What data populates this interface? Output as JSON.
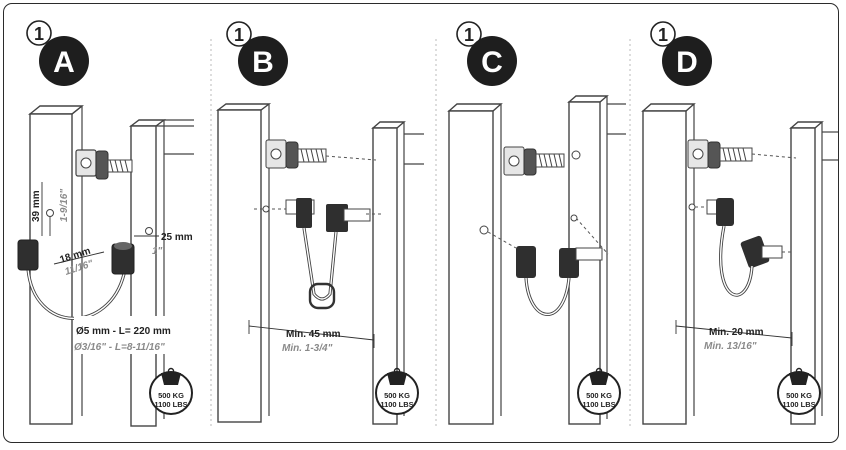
{
  "panels": [
    {
      "step": "1",
      "letter": "A",
      "dims": {
        "height_mm": "39 mm",
        "height_in": "1-9/16\"",
        "offset_mm": "18 mm",
        "offset_in": "11/16\"",
        "gap_mm": "25 mm",
        "gap_in": "1\"",
        "cable_mm": "Ø5 mm - L= 220 mm",
        "cable_in": "Ø3/16\" - L=8-11/16\""
      },
      "weight": {
        "kg": "500 KG",
        "lbs": "1100 LBS"
      }
    },
    {
      "step": "1",
      "letter": "B",
      "dims": {
        "min_mm": "Min. 45 mm",
        "min_in": "Min. 1-3/4\""
      },
      "weight": {
        "kg": "500 KG",
        "lbs": "1100 LBS"
      }
    },
    {
      "step": "1",
      "letter": "C",
      "weight": {
        "kg": "500 KG",
        "lbs": "1100 LBS"
      }
    },
    {
      "step": "1",
      "letter": "D",
      "dims": {
        "min_mm": "Min. 20 mm",
        "min_in": "Min. 13/16\""
      },
      "weight": {
        "kg": "500 KG",
        "lbs": "1100 LBS"
      }
    }
  ]
}
